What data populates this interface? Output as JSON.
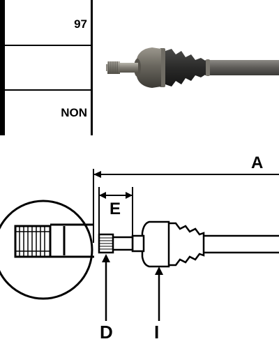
{
  "spec_table": {
    "rows": [
      {
        "value": "97"
      },
      {
        "value": ""
      },
      {
        "value": "NON"
      }
    ]
  },
  "drawing": {
    "dimension_labels": {
      "overall_length": "A",
      "spline_length": "E",
      "spline_end": "D",
      "inner_joint": "I"
    }
  }
}
